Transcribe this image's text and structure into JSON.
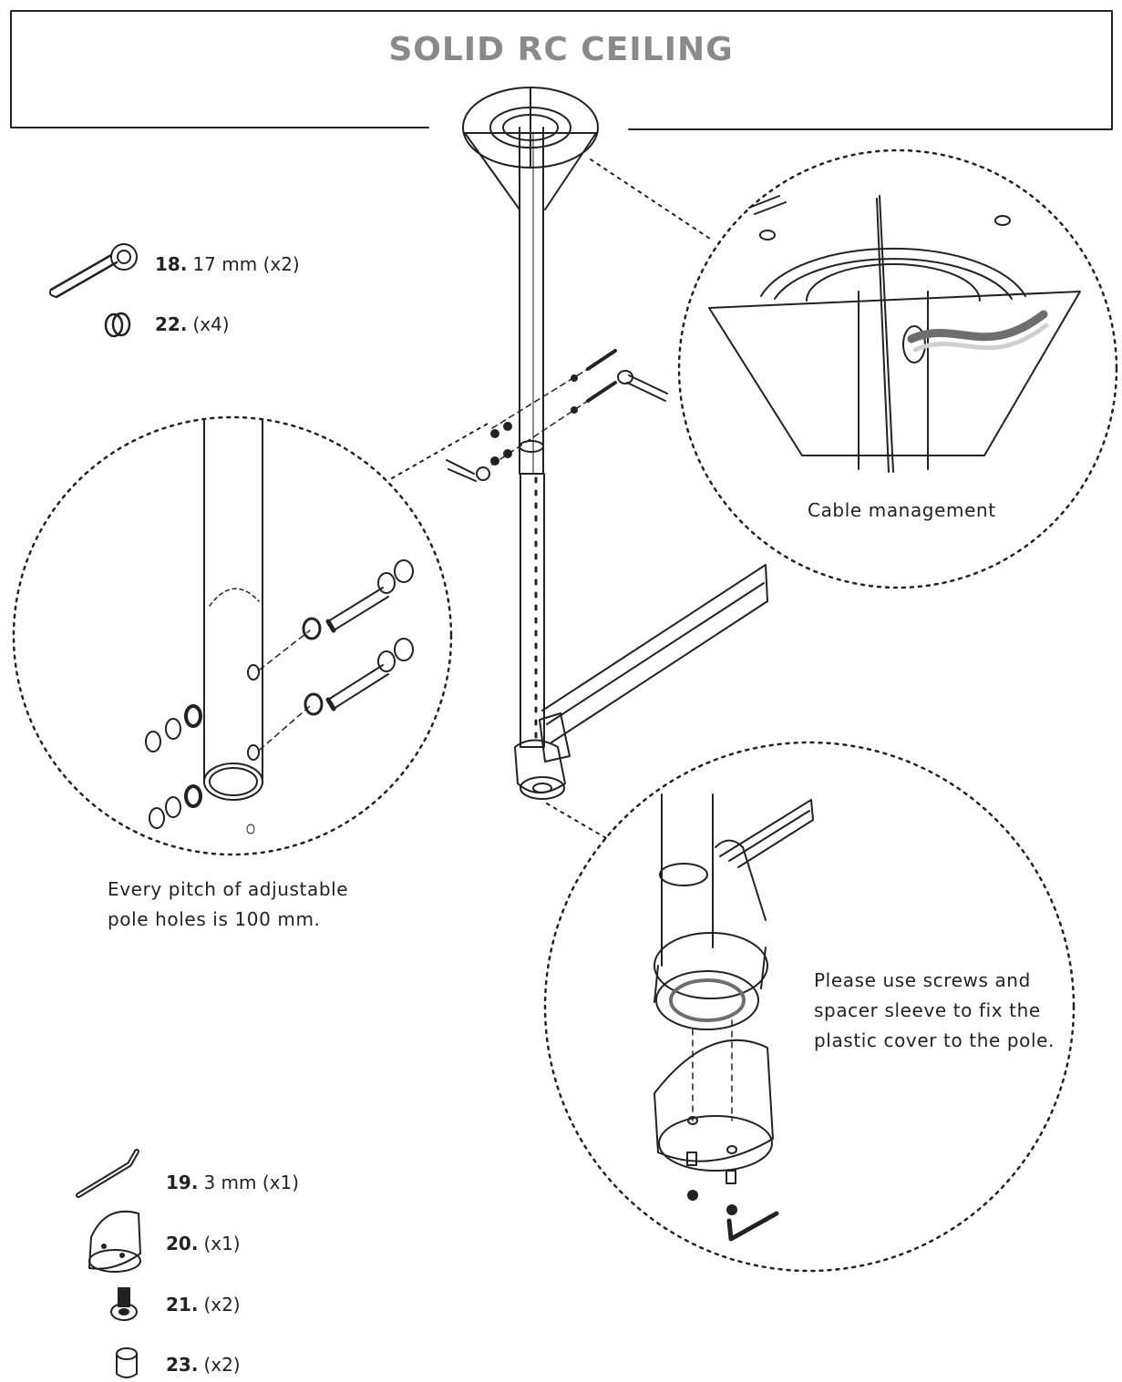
{
  "title": "SOLID RC CEILING",
  "parts": [
    {
      "number": "18.",
      "detail": "17 mm (x2)",
      "icon": "wrench-icon"
    },
    {
      "number": "22.",
      "detail": "(x4)",
      "icon": "washer-icon"
    },
    {
      "number": "19.",
      "detail": "3 mm (x1)",
      "icon": "hex-key-icon"
    },
    {
      "number": "20.",
      "detail": "(x1)",
      "icon": "plastic-cover-icon"
    },
    {
      "number": "21.",
      "detail": "(x2)",
      "icon": "screw-icon"
    },
    {
      "number": "23.",
      "detail": "(x2)",
      "icon": "spacer-sleeve-icon"
    }
  ],
  "callouts": {
    "cable": "Cable management",
    "pitch": [
      "Every pitch of adjustable",
      "pole holes is 100 mm."
    ],
    "cover": [
      "Please use screws and",
      "spacer sleeve to fix the",
      "plastic cover to the pole."
    ]
  },
  "colors": {
    "title": "#8a8a8a",
    "line": "#222222",
    "cable_gray": "#6e6e6e",
    "cable_light": "#cfcfcf"
  }
}
